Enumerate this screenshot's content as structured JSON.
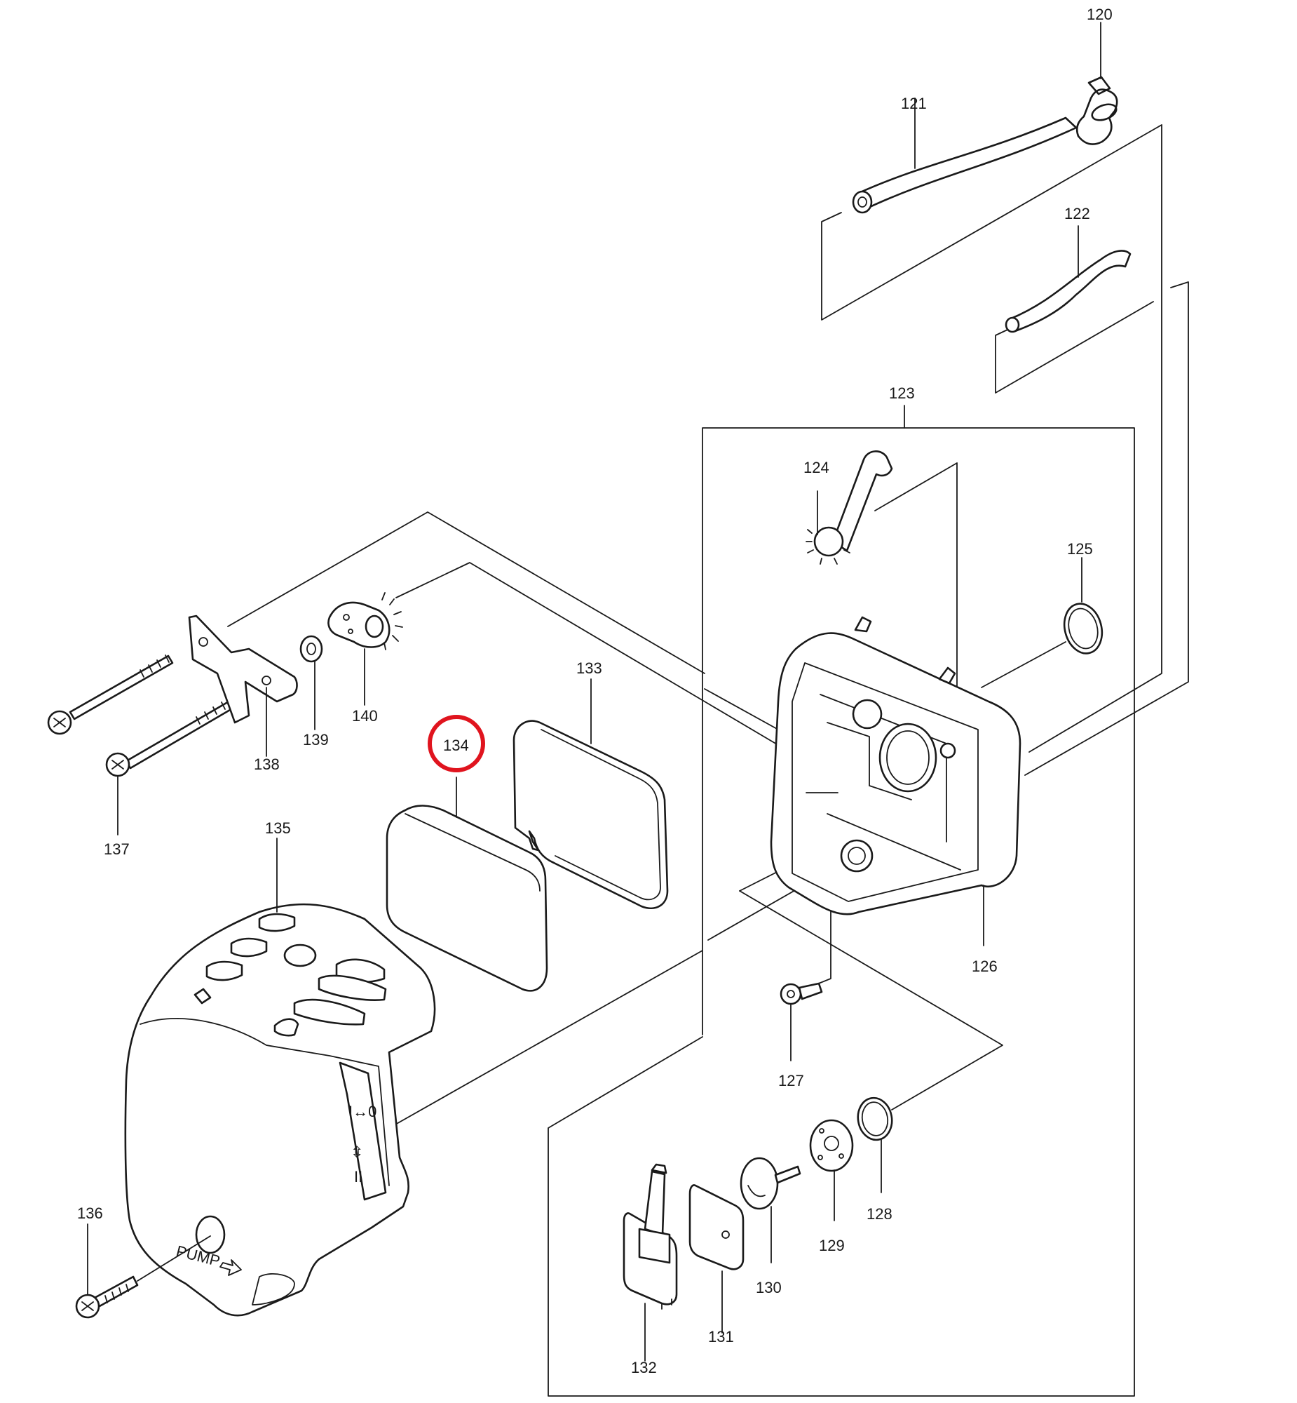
{
  "diagram": {
    "highlight_color": "#e0141e",
    "highlighted_part": "134",
    "labels": {
      "p120": "120",
      "p121": "121",
      "p122": "122",
      "p123": "123",
      "p124": "124",
      "p125": "125",
      "p126": "126",
      "p127": "127",
      "p128": "128",
      "p129": "129",
      "p130": "130",
      "p131": "131",
      "p132": "132",
      "p133": "133",
      "p134": "134",
      "p135": "135",
      "p136": "136",
      "p137": "137",
      "p138": "138",
      "p139": "139",
      "p140": "140"
    },
    "cover_text": {
      "pump": "PUMP"
    }
  }
}
